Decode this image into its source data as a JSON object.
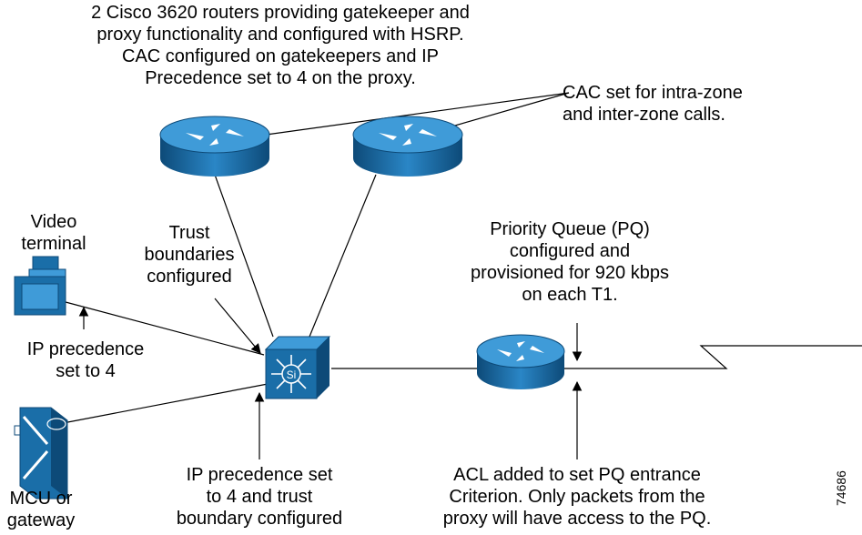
{
  "labels": {
    "routers_note": [
      "2 Cisco 3620 routers providing gatekeeper and",
      "proxy functionality and configured with HSRP.",
      "CAC configured on gatekeepers and IP",
      "Precedence set to 4 on the proxy."
    ],
    "cac_note": [
      "CAC set for intra-zone",
      "and inter-zone calls."
    ],
    "video_terminal": [
      "Video",
      "terminal"
    ],
    "trust_boundaries": [
      "Trust",
      "boundaries",
      "configured"
    ],
    "pq_note": [
      "Priority Queue (PQ)",
      "configured and",
      "provisioned for 920 kbps",
      "on each T1."
    ],
    "ip_prec_terminal": [
      "IP precedence",
      "set to 4"
    ],
    "ip_prec_switch": [
      "IP precedence set",
      "to 4 and trust",
      "boundary configured"
    ],
    "acl_note": [
      "ACL added to set PQ entrance",
      "Criterion. Only packets from the",
      "proxy will have access to the PQ."
    ],
    "mcu": [
      "MCU or",
      "gateway"
    ],
    "figure_number": "74686",
    "switch_badge": "Si"
  },
  "colors": {
    "device_blue": "#1a6ea8",
    "device_light": "#3f9bd8",
    "device_dark": "#0d4a78",
    "line": "#000000"
  },
  "icons": [
    "router-icon",
    "layer3-switch-icon",
    "video-terminal-icon",
    "mcu-gateway-icon"
  ]
}
